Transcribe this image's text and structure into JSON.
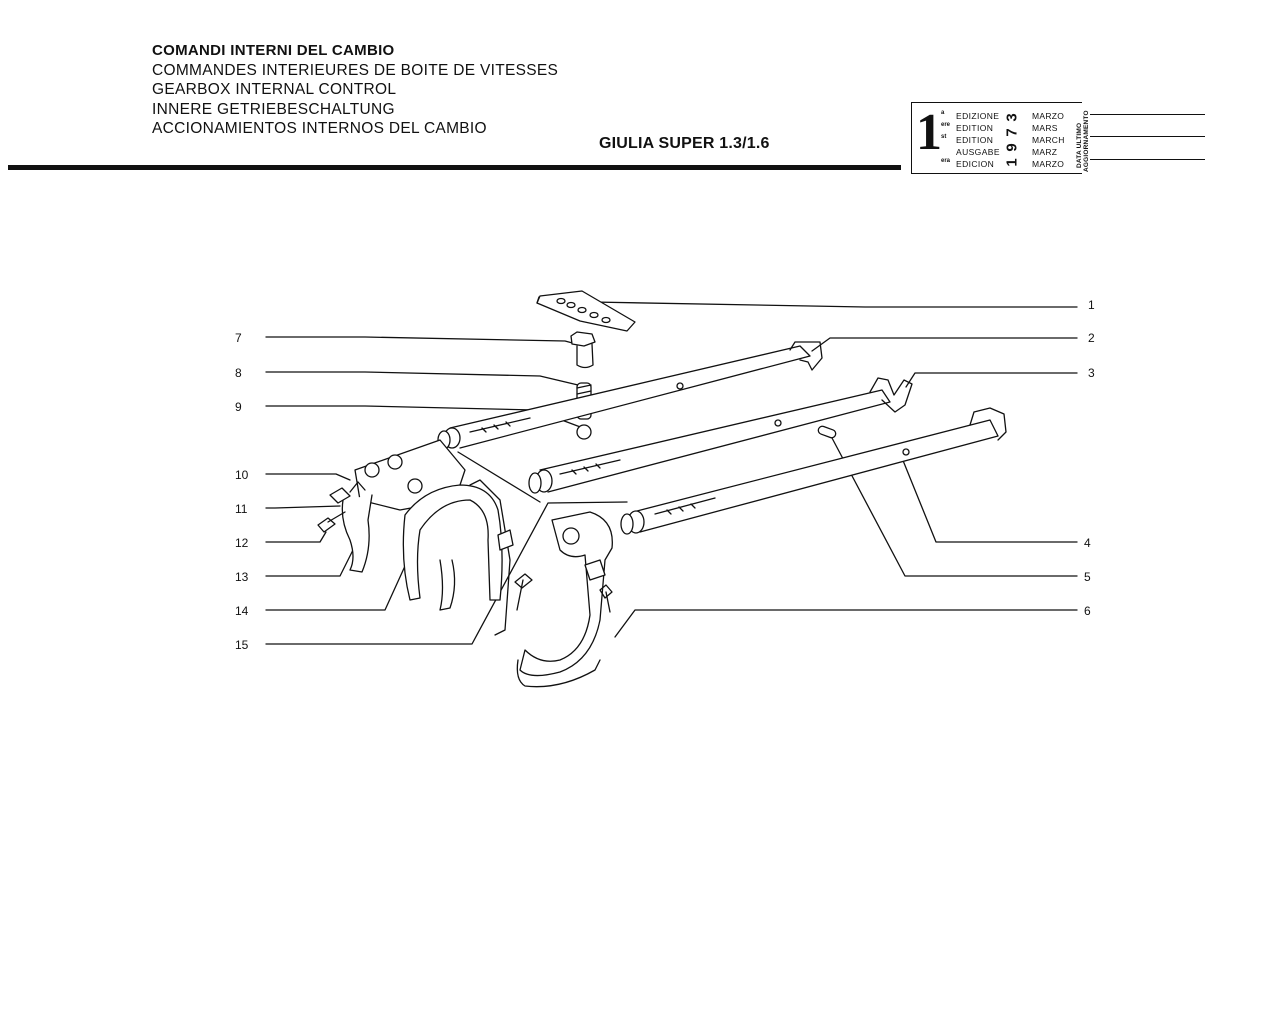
{
  "header": {
    "titles": [
      "COMANDI INTERNI DEL CAMBIO",
      "COMMANDES INTERIEURES DE BOITE DE VITESSES",
      "GEARBOX INTERNAL CONTROL",
      "INNERE GETRIEBESCHALTUNG",
      "ACCIONAMIENTOS INTERNOS DEL CAMBIO"
    ],
    "model": "GIULIA SUPER 1.3/1.6"
  },
  "edition": {
    "number": "1",
    "suffixes": [
      "a",
      "ere",
      "st",
      "",
      "era"
    ],
    "labels": [
      "EDIZIONE",
      "EDITION",
      "EDITION",
      "AUSGABE",
      "EDICION"
    ],
    "months": [
      "MARZO",
      "MARS",
      "MARCH",
      "MARZ",
      "MARZO"
    ],
    "year_digits": [
      "3",
      "7",
      "9",
      "1"
    ],
    "last_update_label": [
      "DATA ULTIMO",
      "AGGIORNAMENTO"
    ]
  },
  "callouts": {
    "left": [
      "7",
      "8",
      "9",
      "10",
      "11",
      "12",
      "13",
      "14",
      "15"
    ],
    "right": [
      "1",
      "2",
      "3",
      "4",
      "5",
      "6"
    ]
  }
}
